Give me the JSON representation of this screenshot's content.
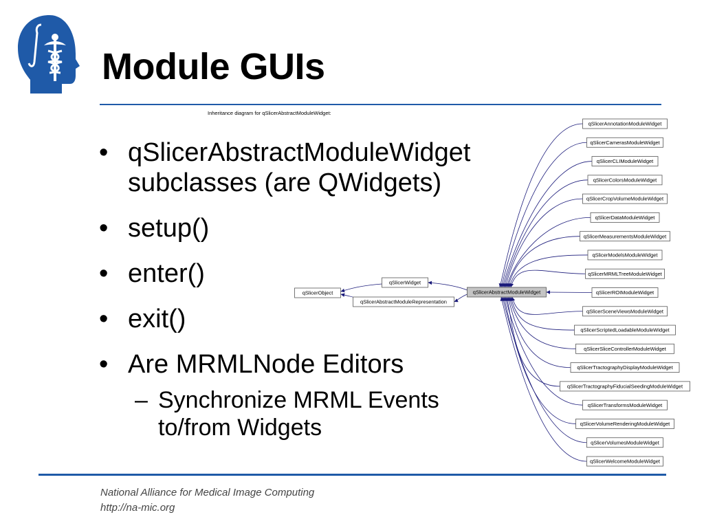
{
  "slide": {
    "title": "Module GUIs",
    "logo_icon": "head-caduceus-logo-icon",
    "accent_color": "#1f5aa8"
  },
  "bullets": [
    {
      "text": "qSlicerAbstractModuleWidget subclasses (are QWidgets)"
    },
    {
      "text": "setup()"
    },
    {
      "text": "enter()"
    },
    {
      "text": "exit()"
    },
    {
      "text": "Are MRMLNode Editors"
    }
  ],
  "sub_bullets": [
    {
      "text": "Synchronize MRML Events to/from Widgets"
    }
  ],
  "diagram": {
    "caption": "Inheritance diagram for qSlicerAbstractModuleWidget:",
    "base_nodes": [
      "qSlicerObject",
      "qSlicerWidget",
      "qSlicerAbstractModuleRepresentation"
    ],
    "focus_node": "qSlicerAbstractModuleWidget",
    "subclasses": [
      "qSlicerAnnotationModuleWidget",
      "qSlicerCamerasModuleWidget",
      "qSlicerCLIModuleWidget",
      "qSlicerColorsModuleWidget",
      "qSlicerCropVolumeModuleWidget",
      "qSlicerDataModuleWidget",
      "qSlicerMeasurementsModuleWidget",
      "qSlicerModelsModuleWidget",
      "qSlicerMRMLTreeModuleWidget",
      "qSlicerROIModuleWidget",
      "qSlicerSceneViewsModuleWidget",
      "qSlicerScriptedLoadableModuleWidget",
      "qSlicerSliceControllerModuleWidget",
      "qSlicerTractographyDisplayModuleWidget",
      "qSlicerTractographyFiducialSeedingModuleWidget",
      "qSlicerTransformsModuleWidget",
      "qSlicerVolumeRenderingModuleWidget",
      "qSlicerVolumesModuleWidget",
      "qSlicerWelcomeModuleWidget"
    ]
  },
  "footer": {
    "org": "National Alliance for Medical Image Computing",
    "url": "http://na-mic.org"
  }
}
